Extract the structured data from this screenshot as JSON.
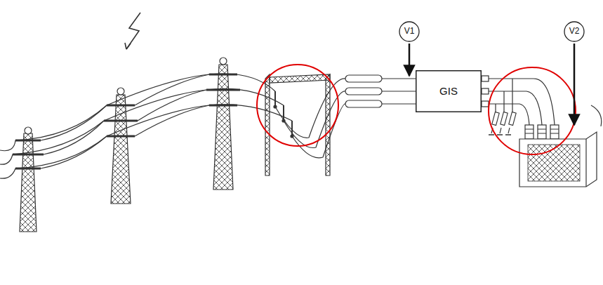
{
  "diagram": {
    "nodes": [
      {
        "text": [
          "V1"
        ]
      },
      {
        "text": [
          "V2"
        ]
      },
      {
        "text": [
          "GIS"
        ]
      }
    ]
  }
}
